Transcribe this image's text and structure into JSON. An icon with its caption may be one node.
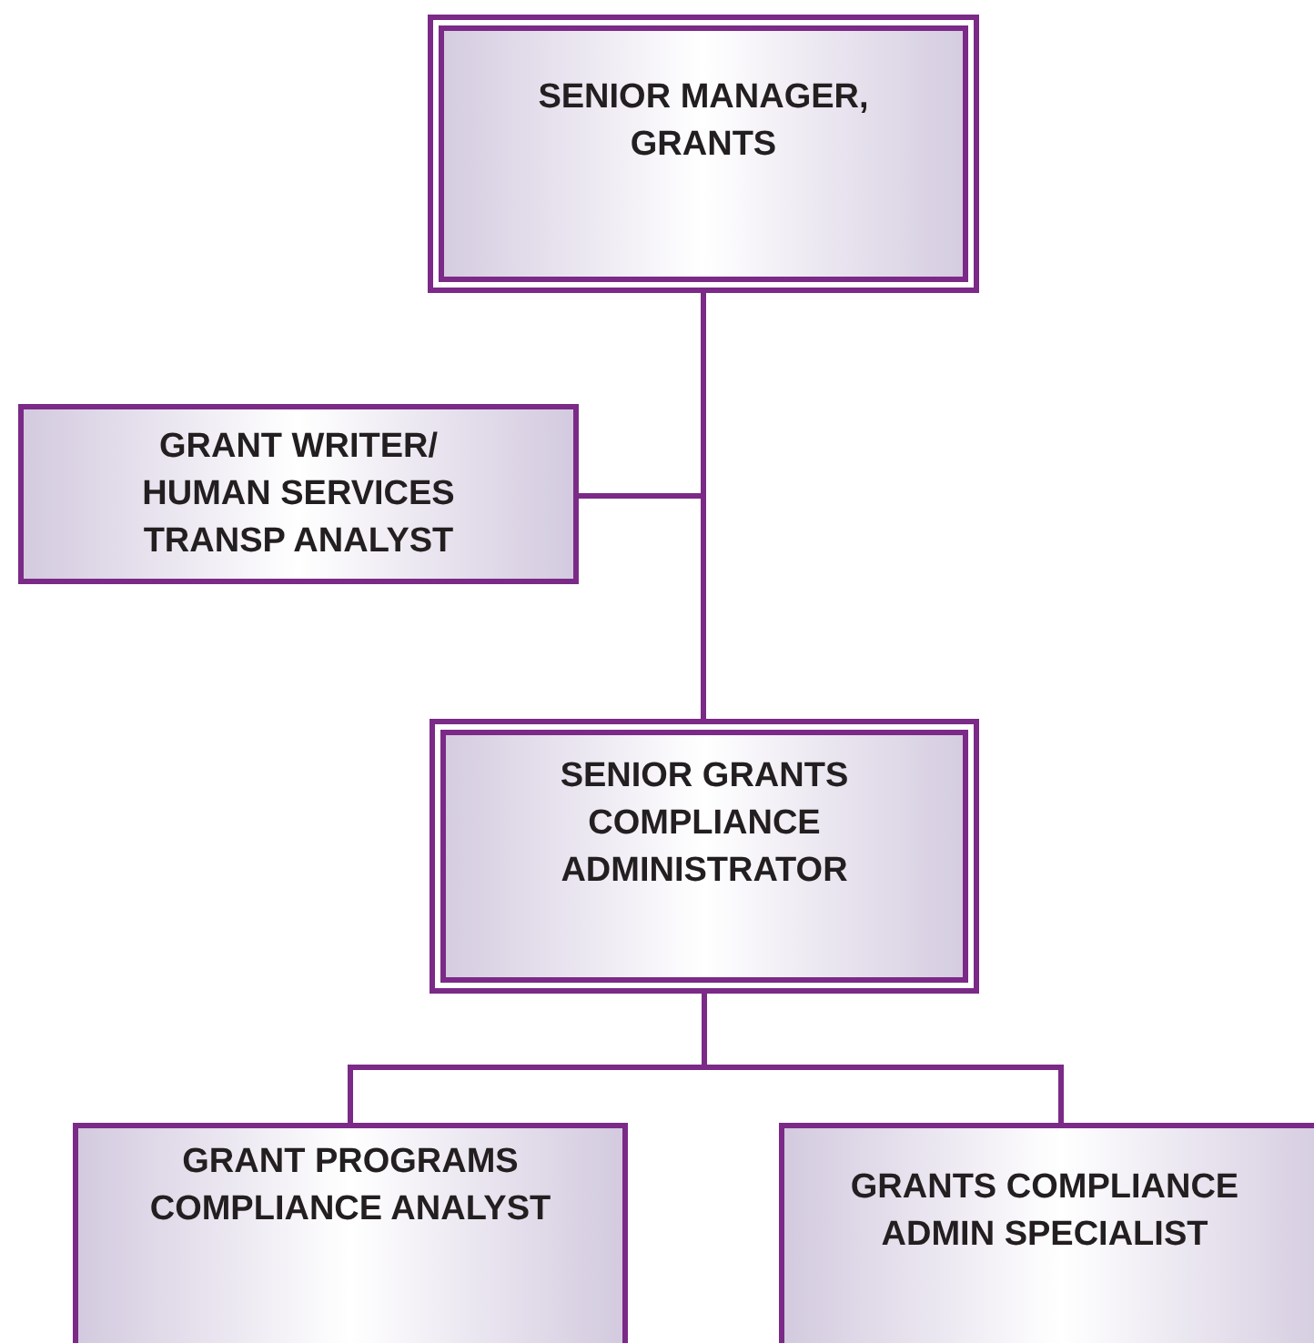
{
  "diagram": {
    "nodes": [
      {
        "text": [
          "SENIOR MANAGER, GRANTS"
        ]
      },
      {
        "text": [
          "GRANT WRITER/ HUMAN SERVICES TRANSP ANALYST"
        ]
      },
      {
        "text": [
          "SENIOR GRANTS COMPLIANCE ADMINISTRATOR"
        ]
      },
      {
        "text": [
          "GRANT PROGRAMS COMPLIANCE ANALYST"
        ]
      },
      {
        "text": [
          "GRANTS COMPLIANCE ADMIN SPECIALIST"
        ]
      }
    ],
    "edges": [
      {
        "from": 0,
        "to": 1,
        "arrow": "none"
      },
      {
        "from": 0,
        "to": 2,
        "arrow": "none"
      },
      {
        "from": 2,
        "to": 3,
        "arrow": "none"
      },
      {
        "from": 2,
        "to": 4,
        "arrow": "none"
      }
    ]
  }
}
